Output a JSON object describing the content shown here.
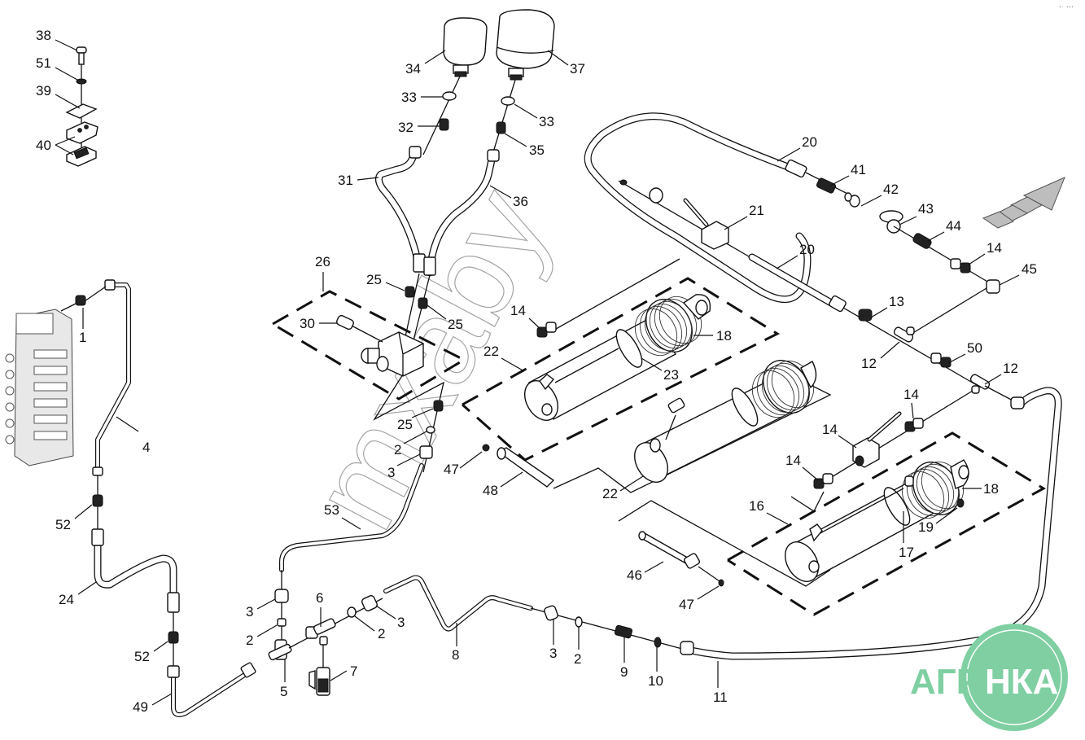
{
  "diagram": {
    "title": "Hydraulic system exploded parts diagram",
    "watermark_text": "mxaby",
    "corner_mark": "▪▫ ▪▪▪",
    "logo": {
      "left_text": "АГРО",
      "right_text": "НКА",
      "color": "#7fcfa2"
    },
    "direction_arrow": "forward-direction-arrow"
  },
  "callouts": {
    "c38": "38",
    "c51": "51",
    "c39": "39",
    "c40": "40",
    "c34": "34",
    "c37": "37",
    "c33a": "33",
    "c33b": "33",
    "c32": "32",
    "c35": "35",
    "c31": "31",
    "c36": "36",
    "c26": "26",
    "c25a": "25",
    "c25b": "25",
    "c25c": "25",
    "c30": "30",
    "c2a": "2",
    "c3a": "3",
    "c47a": "47",
    "c48": "48",
    "c53": "53",
    "c1": "1",
    "c4": "4",
    "c52a": "52",
    "c24": "24",
    "c52b": "52",
    "c49": "49",
    "c3b": "3",
    "c2b": "2",
    "c5": "5",
    "c6": "6",
    "c7": "7",
    "c2c": "2",
    "c3c": "3",
    "c8": "8",
    "c3d": "3",
    "c2d": "2",
    "c9": "9",
    "c10": "10",
    "c11": "11",
    "c20a": "20",
    "c41": "41",
    "c42": "42",
    "c43": "43",
    "c44": "44",
    "c14a": "14",
    "c45": "45",
    "c21": "21",
    "c20b": "20",
    "c13": "13",
    "c12a": "12",
    "c50": "50",
    "c12b": "12",
    "c14b": "14",
    "c22a": "22",
    "c18a": "18",
    "c23": "23",
    "c22b": "22",
    "c14c": "14",
    "c14d": "14",
    "c14e": "14",
    "c18b": "18",
    "c16": "16",
    "c19": "19",
    "c17": "17",
    "c46": "46",
    "c47b": "47"
  }
}
